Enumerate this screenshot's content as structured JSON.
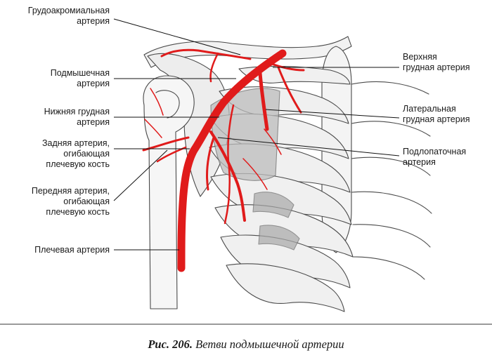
{
  "colors": {
    "artery": "#e01b1b",
    "bone_line": "#4a4a4a",
    "shade": "#9c9c9c",
    "leader": "#111111"
  },
  "labels_left": [
    "Грудоакромиальная\nартерия",
    "Подмышечная\nартерия",
    "Нижняя грудная\nартерия",
    "Задняя артерия,\nогибающая\nплечевую кость",
    "Передняя артерия,\nогибающая\nплечевую кость",
    "Плечевая артерия"
  ],
  "labels_right": [
    "Верхняя\nгрудная артерия",
    "Латеральная\nгрудная артерия",
    "Подлопаточная\nартерия"
  ],
  "caption": {
    "figure": "Рис. 206.",
    "title": "Ветви подмышечной артерии"
  }
}
